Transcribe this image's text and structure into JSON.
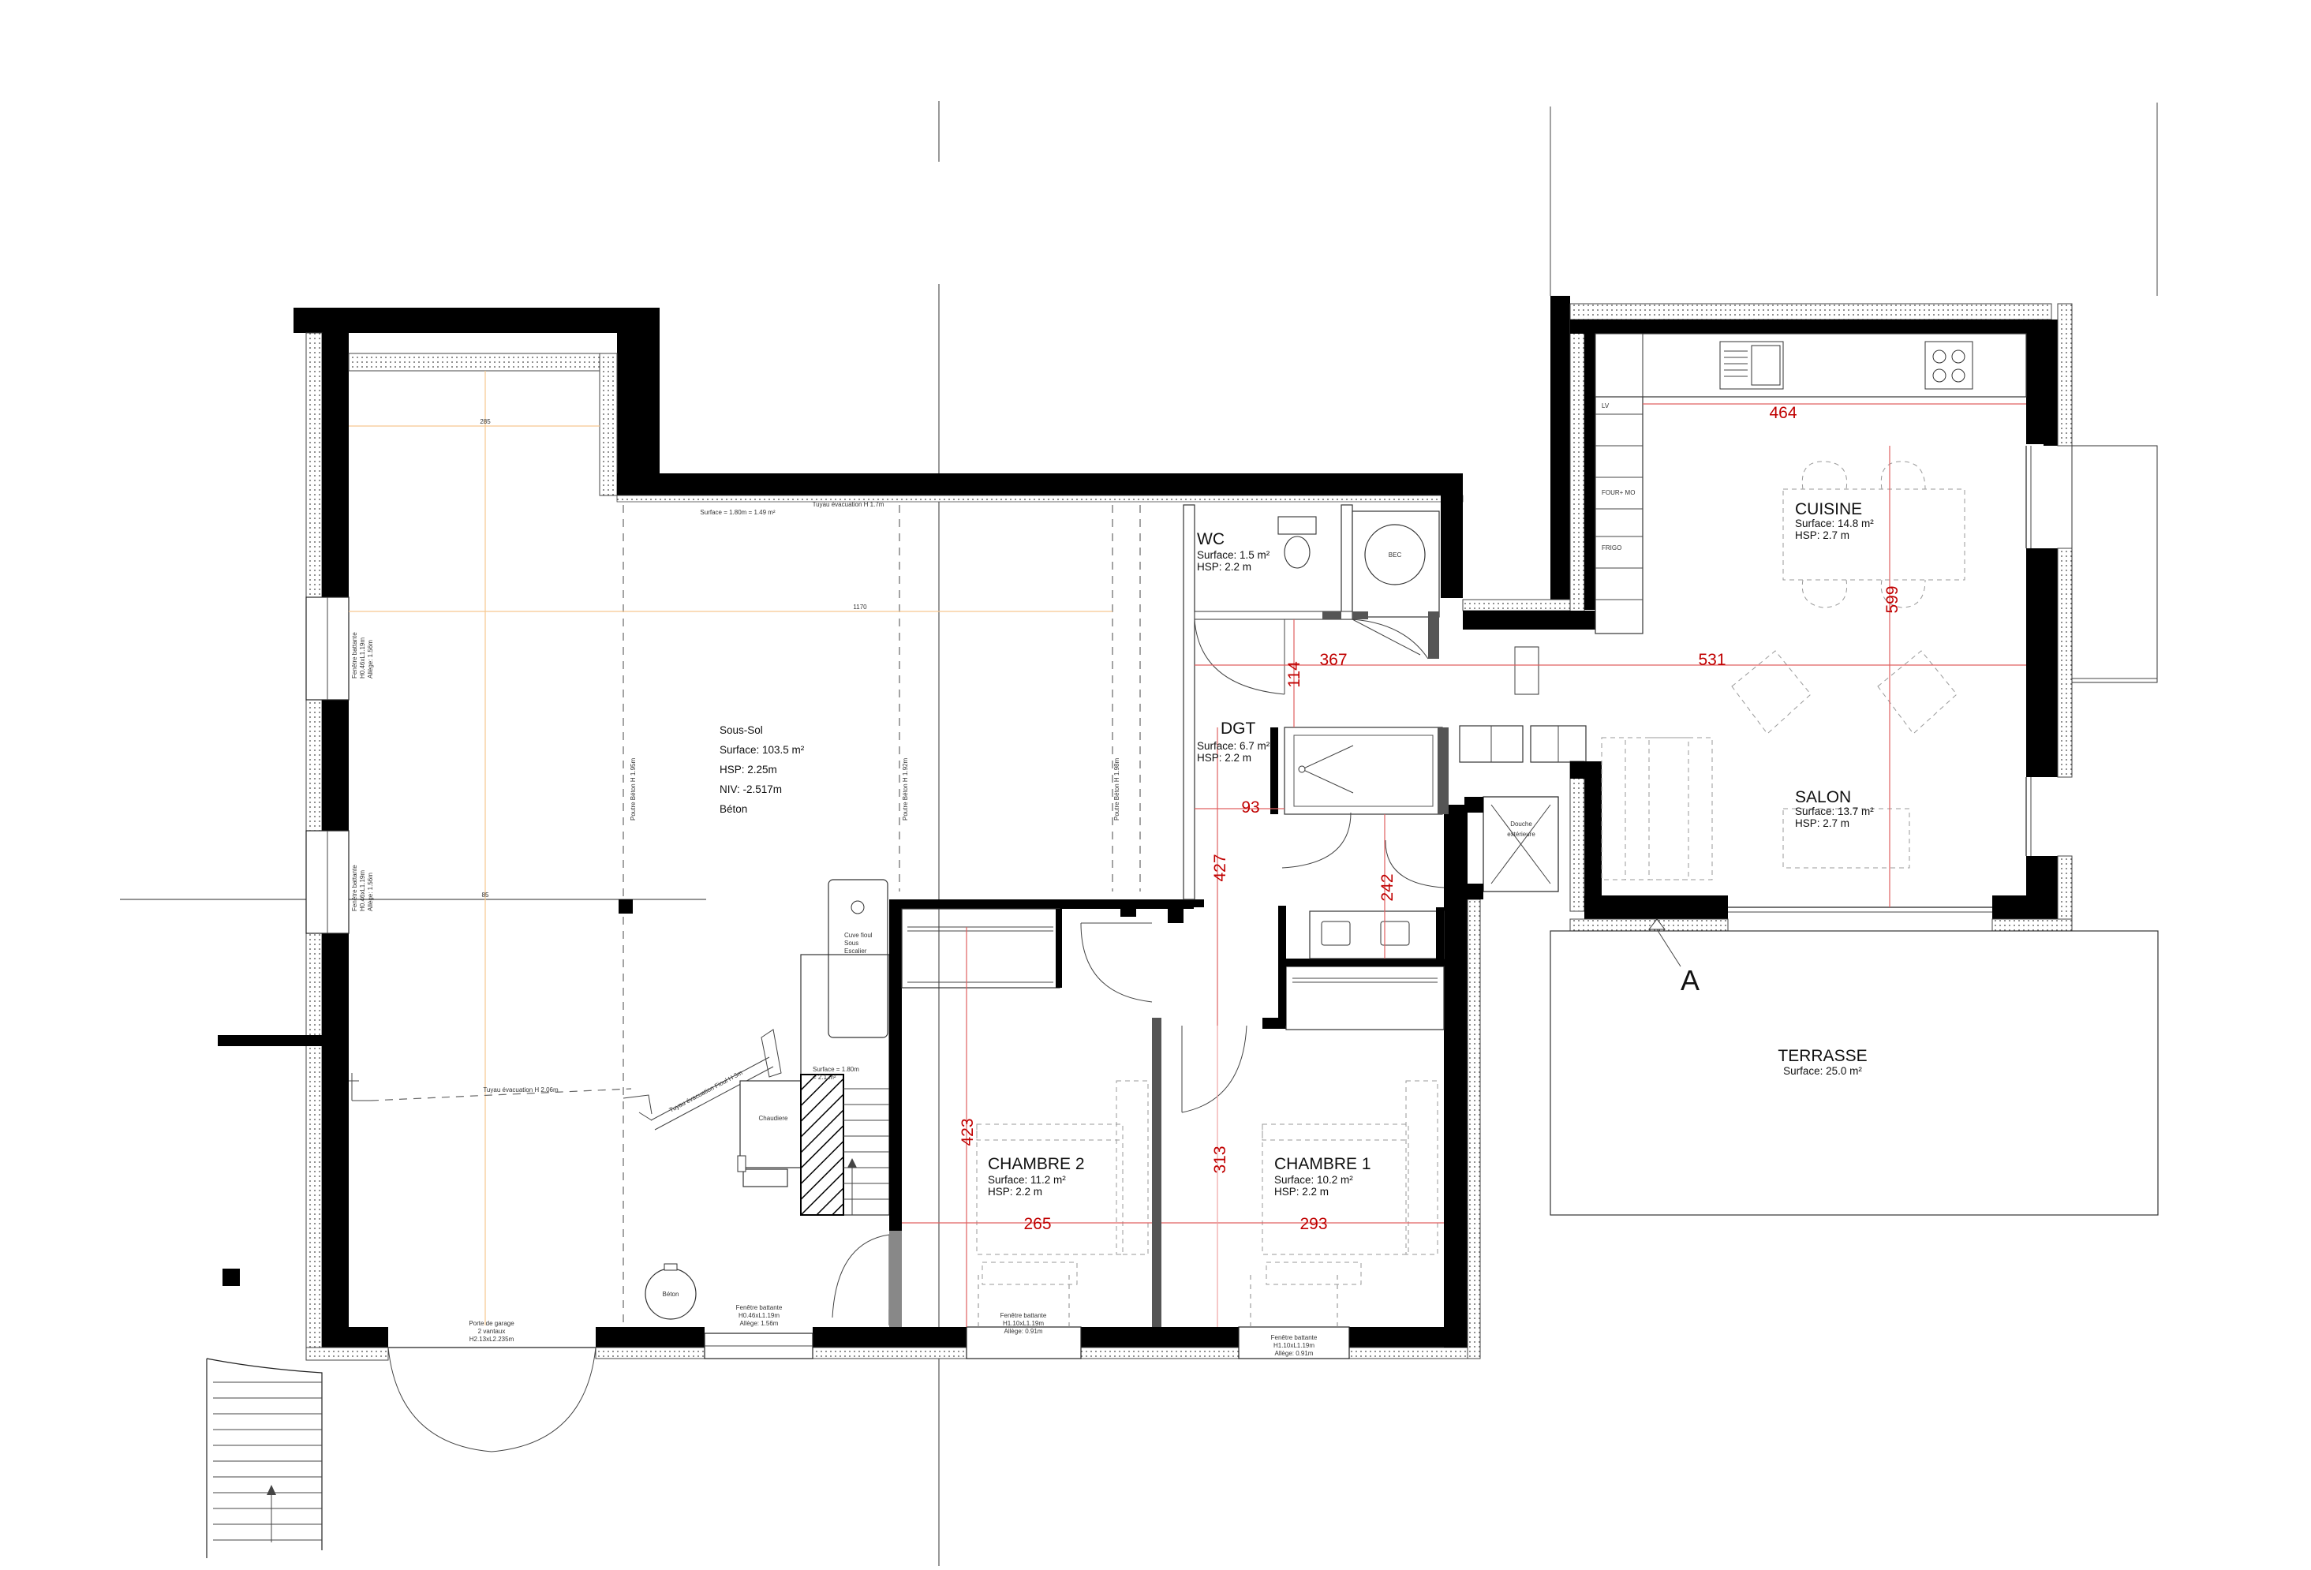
{
  "rooms": {
    "sous_sol": {
      "name": "Sous-Sol",
      "surface": "Surface: 103.5 m²",
      "hsp": "HSP: 2.25m",
      "niv": "NIV: -2.517m",
      "material": "Béton"
    },
    "wc": {
      "name": "WC",
      "surface": "Surface: 1.5 m²",
      "hsp": "HSP: 2.2 m"
    },
    "dgt": {
      "name": "DGT",
      "surface": "Surface: 6.7 m²",
      "hsp": "HSP: 2.2 m"
    },
    "cuisine": {
      "name": "CUISINE",
      "surface": "Surface: 14.8 m²",
      "hsp": "HSP: 2.7 m"
    },
    "salon": {
      "name": "SALON",
      "surface": "Surface: 13.7 m²",
      "hsp": "HSP: 2.7 m"
    },
    "chambre2": {
      "name": "CHAMBRE 2",
      "surface": "Surface: 11.2 m²",
      "hsp": "HSP: 2.2 m"
    },
    "chambre1": {
      "name": "CHAMBRE 1",
      "surface": "Surface: 10.2 m²",
      "hsp": "HSP: 2.2 m"
    },
    "terrasse": {
      "name": "TERRASSE",
      "surface": "Surface: 25.0 m²"
    }
  },
  "labels": {
    "bec": "BEC",
    "lv": "LV",
    "four_mo": "FOUR+ MO",
    "frigo": "FRIGO",
    "douche_1": "Douche",
    "douche_2": "extérieure",
    "section_a": "A",
    "chaudiere": "Chaudiere",
    "beton": "Béton",
    "cuve_1": "Cuve fioul",
    "cuve_2": "Sous",
    "cuve_3": "Escalier",
    "garage_1": "Porte de garage",
    "garage_2": "2 vantaux",
    "garage_3": "H2.13xL2.235m",
    "fen_a_1": "Fenêtre battante",
    "fen_a_2": "H0.46xL1.19m",
    "fen_a_3": "Allège: 1.56m",
    "fen_b_1": "Fenêtre battante",
    "fen_b_2": "H1.10xL1.19m",
    "fen_b_3": "Allège: 0.91m",
    "fen_c_1": "Fenêtre battante",
    "fen_c_2": "H1.10xL1.19m",
    "fen_c_3": "Allège: 0.91m",
    "fen_side_1": "Fenêtre battante",
    "fen_side_2": "H0.46xL1.19m",
    "fen_side_3": "Allège: 1.56m",
    "fen_side2_1": "Fenêtre battante",
    "fen_side2_2": "H0.46xL1.19m",
    "fen_side2_3": "Allège: 1.56m",
    "tuyau_top": "Tuyau évacuation H 1.7m",
    "surface_top": "Surface = 1.80m = 1.49 m²",
    "tuyau_left": "Tuyau évacuation H 2.06m",
    "tuyau_diag": "Tuyau évacuation Fioul H 3m",
    "poutre_1": "Poutre Béton H 1.95m",
    "poutre_2": "Poutre Béton H 1.92m",
    "poutre_3": "Poutre Béton H 1.98m",
    "stair_note_1": "Surface = 1.80m",
    "stair_note_2": "= 2.1 m²",
    "orange_top": "285",
    "orange_mid": "1170",
    "orange_low": "85"
  },
  "dimensions": {
    "d464": "464",
    "d599": "599",
    "d367": "367",
    "d531": "531",
    "d114": "114",
    "d93": "93",
    "d427": "427",
    "d242": "242",
    "d423": "423",
    "d313": "313",
    "d265": "265",
    "d293": "293"
  }
}
